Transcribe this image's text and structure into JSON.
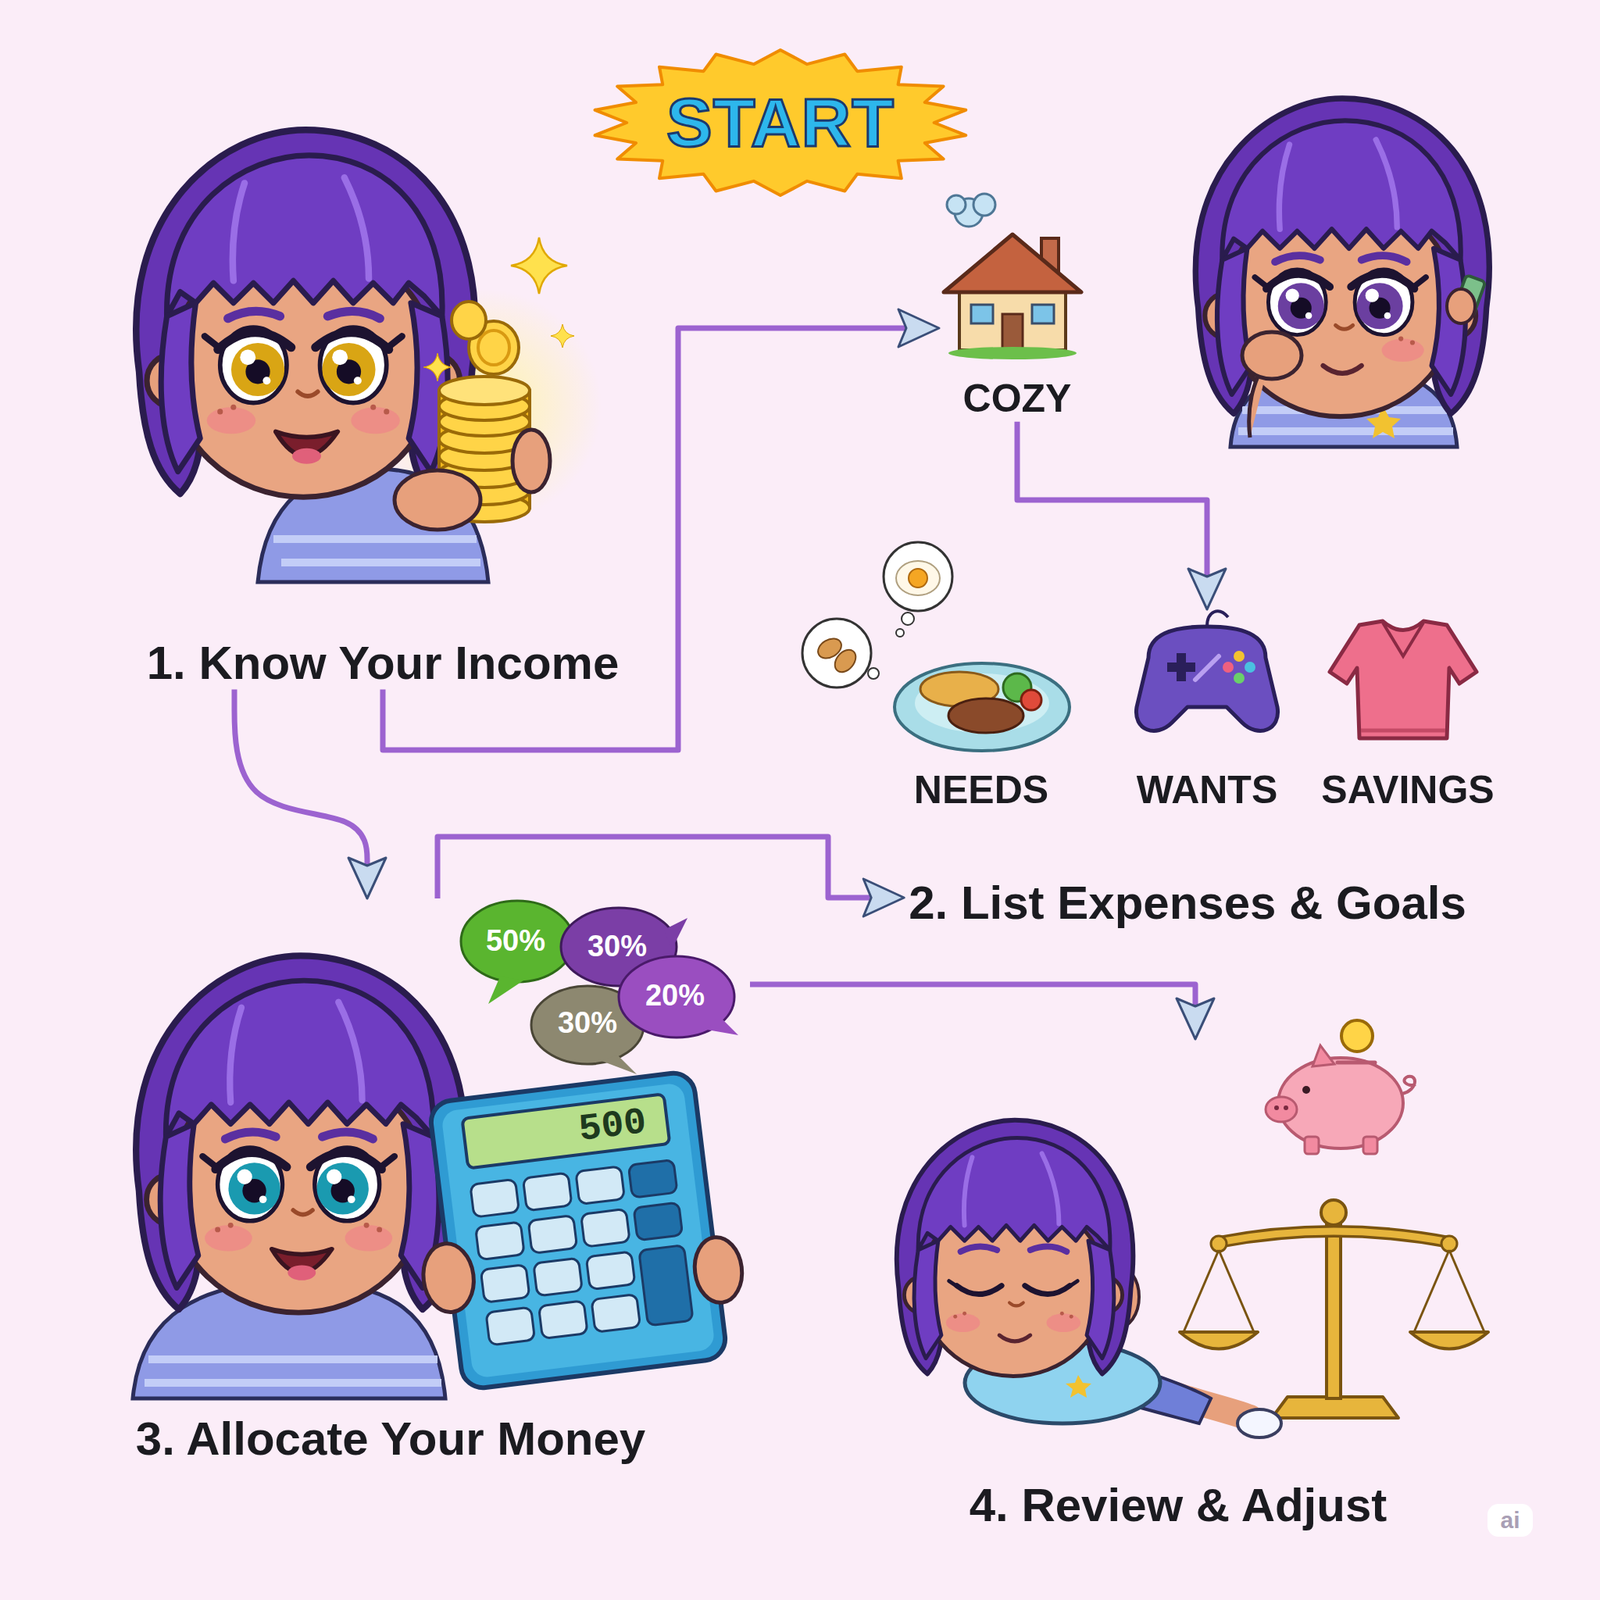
{
  "diagram": {
    "nodes": [
      {
        "text": [
          "START"
        ]
      },
      {
        "text": [
          "1. Know Your Income"
        ]
      },
      {
        "text": [
          "COZY"
        ]
      },
      {
        "text": [
          "NEEDS"
        ]
      },
      {
        "text": [
          "WANTS"
        ]
      },
      {
        "text": [
          "SAVINGS"
        ]
      },
      {
        "text": [
          "2. List Expenses & Goals"
        ]
      },
      {
        "text": [
          "3. Allocate Your Money"
        ]
      },
      {
        "text": [
          "4. Review & Adjust"
        ]
      }
    ],
    "edges": [
      {
        "from": 1,
        "to": 2,
        "arrow": "to"
      },
      {
        "from": 2,
        "to": 4,
        "arrow": "to"
      },
      {
        "from": 1,
        "to": 7,
        "arrow": "to"
      },
      {
        "from": 7,
        "to": 6,
        "arrow": "to"
      },
      {
        "from": 7,
        "to": 8,
        "arrow": "to"
      }
    ],
    "labels": [
      "50%",
      "30%",
      "20%",
      "30%",
      "500",
      "ai"
    ]
  }
}
